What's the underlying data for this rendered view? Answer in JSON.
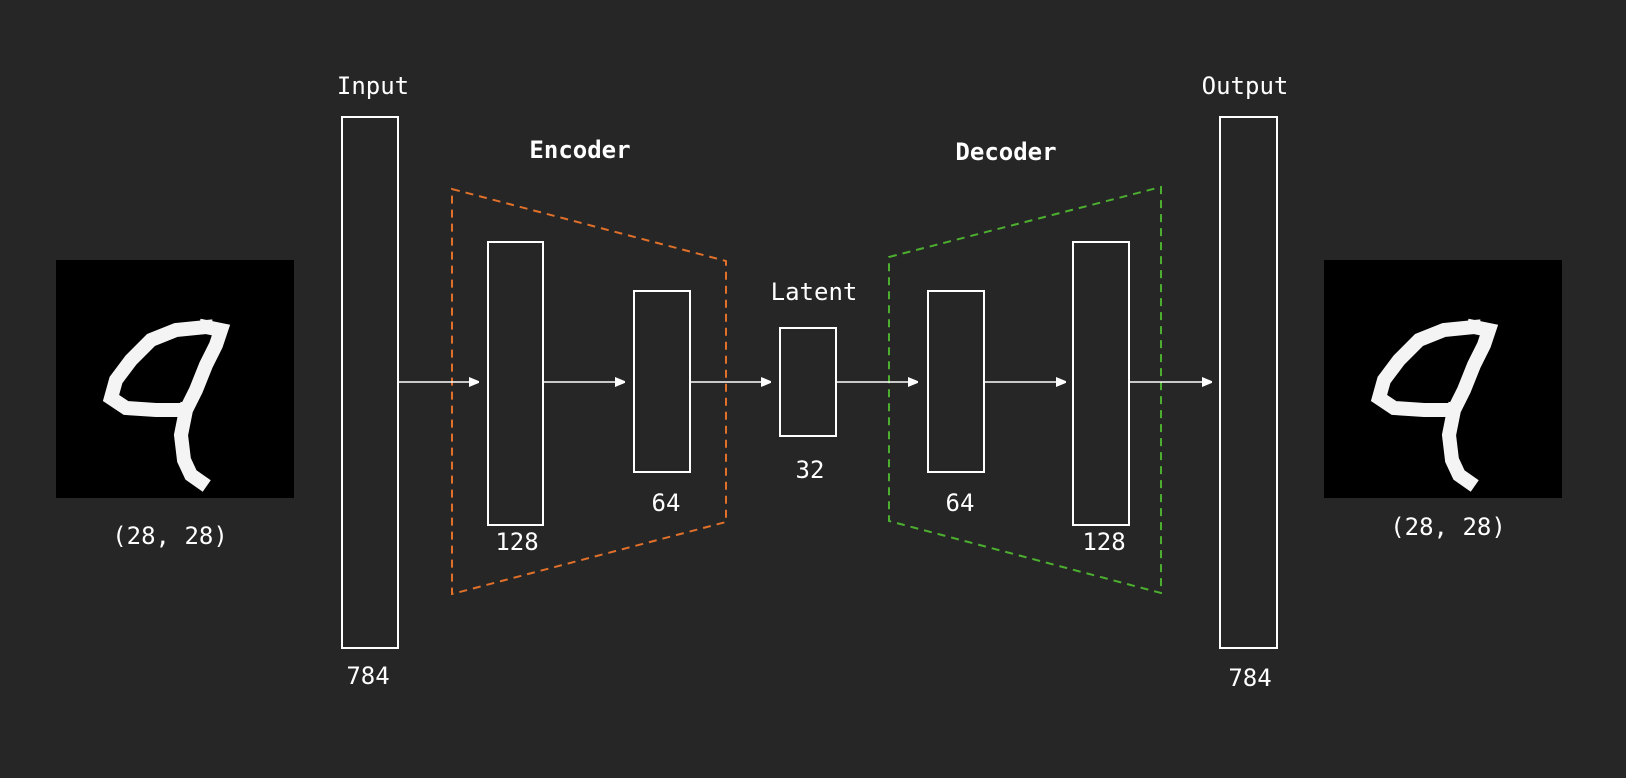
{
  "colors": {
    "background": "#262626",
    "encoder": "#e0702a",
    "decoder": "#4caf2f",
    "stroke": "#ffffff"
  },
  "input": {
    "title": "Input",
    "size": "784",
    "image_shape": "(28, 28)"
  },
  "encoder": {
    "title": "Encoder",
    "layers": [
      "128",
      "64"
    ]
  },
  "latent": {
    "title": "Latent",
    "size": "32"
  },
  "decoder": {
    "title": "Decoder",
    "layers": [
      "64",
      "128"
    ]
  },
  "output": {
    "title": "Output",
    "size": "784",
    "image_shape": "(28, 28)"
  }
}
